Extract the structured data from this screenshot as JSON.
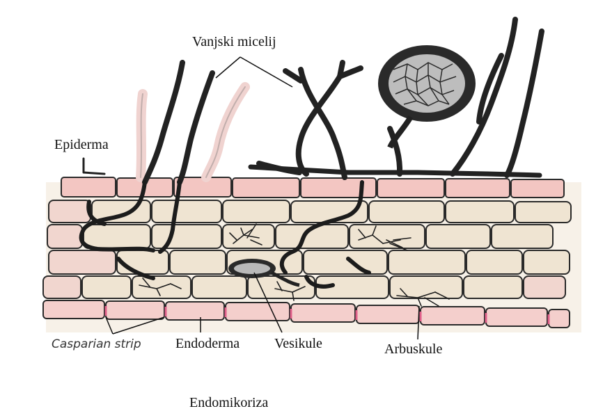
{
  "labels": {
    "vanjski_micelij": "Vanjski micelij",
    "epiderma": "Epiderma",
    "casparian_strip": "Casparian strip",
    "endoderma": "Endoderma",
    "vesikule": "Vesikule",
    "arbuskule": "Arbuskule"
  },
  "title": "Endomikoriza",
  "colors": {
    "epidermis_cell": "#f3c6c2",
    "cortex_cell": "#efe4d2",
    "endodermis_cell": "#f4cfcc",
    "casparian_strip": "#e0608a",
    "hyphae": "#222222",
    "vesicle_fill": "#b9b9b9"
  }
}
